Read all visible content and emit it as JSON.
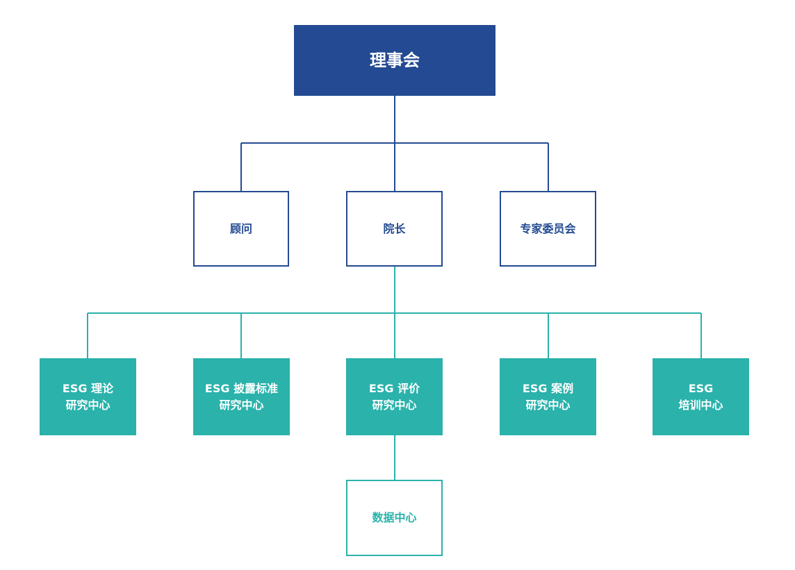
{
  "colors": {
    "navy": "#234a92",
    "teal": "#2ab2ab",
    "white": "#ffffff"
  },
  "board": {
    "label": "理事会"
  },
  "level2": {
    "advisor": "顾问",
    "president": "院长",
    "expert_committee": "专家委员会"
  },
  "centers": {
    "theory": {
      "line1": "ESG 理论",
      "line2": "研究中心"
    },
    "disclosure": {
      "line1": "ESG 披露标准",
      "line2": "研究中心"
    },
    "rating": {
      "line1": "ESG 评价",
      "line2": "研究中心"
    },
    "case": {
      "line1": "ESG 案例",
      "line2": "研究中心"
    },
    "training": {
      "line1": "ESG",
      "line2": "培训中心"
    }
  },
  "data_center": {
    "label": "数据中心"
  }
}
